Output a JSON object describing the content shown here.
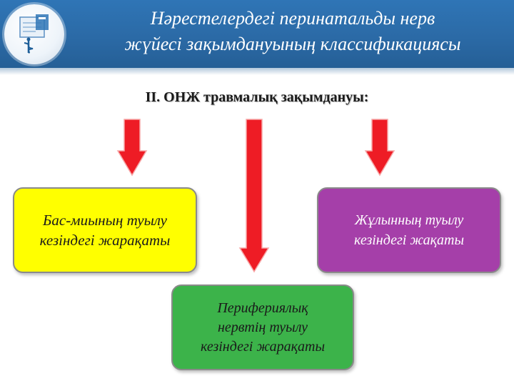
{
  "header": {
    "title_line1": "Нәрестелердегі перинатальды нерв",
    "title_line2": "жүйесі зақымдануының классификациясы"
  },
  "subtitle": "ІІ. ОНЖ травмалық зақымдануы:",
  "boxes": {
    "left": {
      "line1": "Бас-миының туылу",
      "line2": "кезіндегі жарақаты",
      "color": "#ffff00"
    },
    "right": {
      "line1": "Жұлынның туылу",
      "line2": "кезіндегі жақаты",
      "color": "#a53fa9"
    },
    "center": {
      "line1": "Перифериялық",
      "line2": "нервтің туылу",
      "line3": "кезіндегі жарақаты",
      "color": "#3cb34a"
    }
  },
  "colors": {
    "header": "#2b6aa6",
    "arrow": "#ee1c25"
  },
  "icons": {
    "logo": "medical-logo-icon",
    "arrow": "down-arrow-icon"
  }
}
